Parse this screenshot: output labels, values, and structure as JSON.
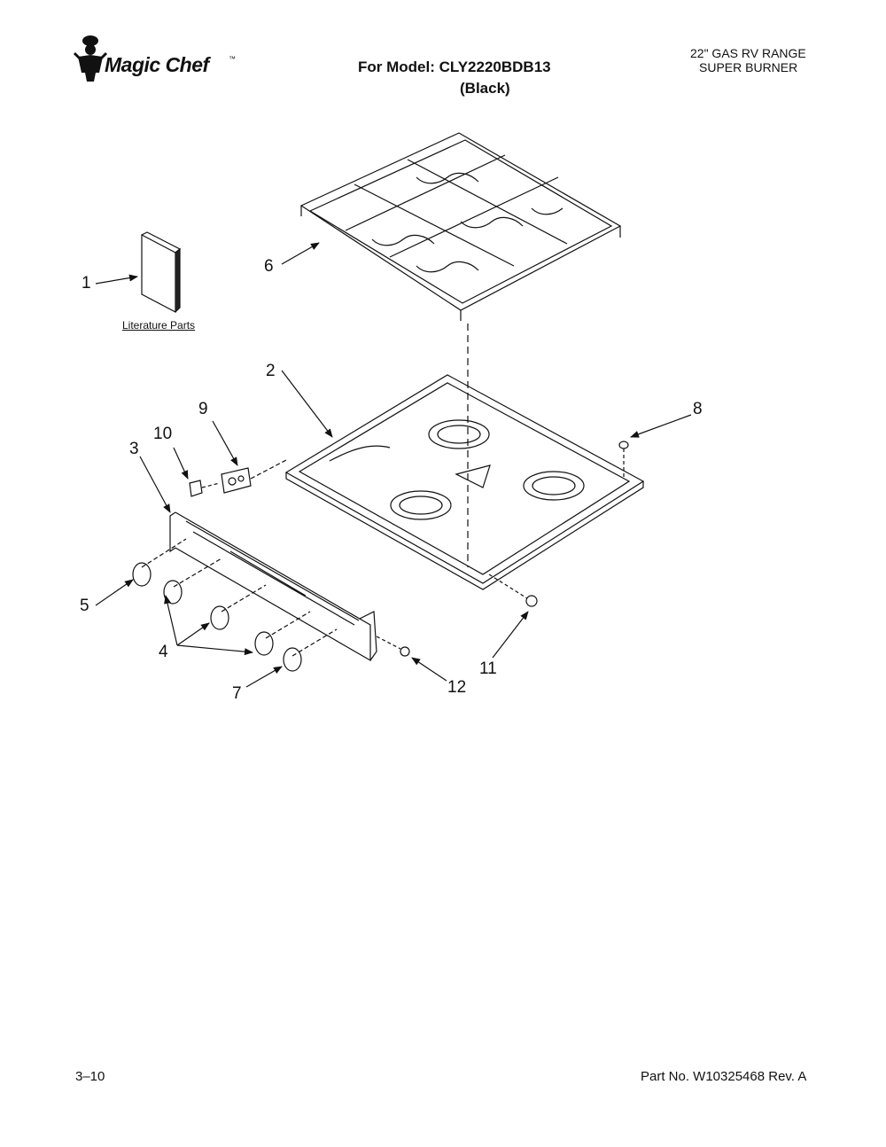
{
  "header": {
    "brand": "Magic Chef",
    "brand_mark": "™",
    "model_line": "For Model: CLY2220BDB13",
    "model_color": "(Black)",
    "product_line1": "22\" GAS RV RANGE",
    "product_line2": "SUPER BURNER"
  },
  "diagram": {
    "literature_label": "Literature Parts",
    "callouts": {
      "c1": "1",
      "c2": "2",
      "c3": "3",
      "c4": "4",
      "c5": "5",
      "c6": "6",
      "c7": "7",
      "c8": "8",
      "c9": "9",
      "c10": "10",
      "c11": "11",
      "c12": "12"
    }
  },
  "footer": {
    "page": "3–10",
    "part_number": "Part No. W10325468 Rev. A"
  }
}
